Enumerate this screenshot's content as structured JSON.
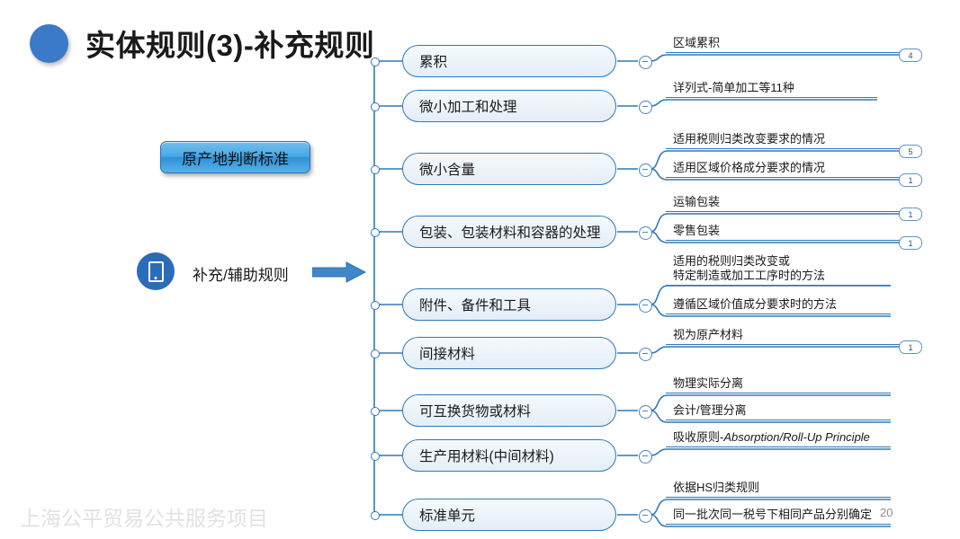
{
  "slide": {
    "title": "实体规则(3)-补充规则",
    "page_number": "20",
    "watermark": "上海公平贸易公共服务项目",
    "accent_color": "#2f79b8",
    "title_bullet_color": "#3a7ac8"
  },
  "criteria_button": {
    "label": "原产地判断标准",
    "icon": "glossy-button"
  },
  "root": {
    "label": "补充/辅助规则",
    "icon": "tablet-icon",
    "arrow_icon": "right-arrow-icon"
  },
  "branches": [
    {
      "label": "累积",
      "collapse_icon": "minus-circle-icon",
      "leaves": [
        {
          "text": "区域累积",
          "badge": "4"
        }
      ]
    },
    {
      "label": "微小加工和处理",
      "collapse_icon": "minus-circle-icon",
      "leaves": [
        {
          "text": "详列式-简单加工等11种",
          "badge": ""
        }
      ]
    },
    {
      "label": "微小含量",
      "collapse_icon": "minus-circle-icon",
      "leaves": [
        {
          "text": "适用税则归类改变要求的情况",
          "badge": "5"
        },
        {
          "text": "适用区域价格成分要求的情况",
          "badge": "1"
        }
      ]
    },
    {
      "label": "包装、包装材料和容器的处理",
      "collapse_icon": "minus-circle-icon",
      "leaves": [
        {
          "text": "运输包装",
          "badge": "1"
        },
        {
          "text": "零售包装",
          "badge": "1"
        }
      ]
    },
    {
      "label": "附件、备件和工具",
      "collapse_icon": "minus-circle-icon",
      "leaves": [
        {
          "text": "适用的税则归类改变或\n特定制造或加工工序时的方法",
          "badge": ""
        },
        {
          "text": "遵循区域价值成分要求时的方法",
          "badge": ""
        }
      ]
    },
    {
      "label": "间接材料",
      "collapse_icon": "minus-circle-icon",
      "leaves": [
        {
          "text": "视为原产材料",
          "badge": "1"
        }
      ]
    },
    {
      "label": "可互换货物或材料",
      "collapse_icon": "minus-circle-icon",
      "leaves": [
        {
          "text": "物理实际分离",
          "badge": ""
        },
        {
          "text": "会计/管理分离",
          "badge": ""
        }
      ]
    },
    {
      "label": "生产用材料(中间材料)",
      "collapse_icon": "minus-circle-icon",
      "leaves": [
        {
          "text": "吸收原则-",
          "text_italic": "Absorption/Roll-Up Principle",
          "badge": ""
        }
      ]
    },
    {
      "label": "标准单元",
      "collapse_icon": "minus-circle-icon",
      "leaves": [
        {
          "text": "依据HS归类规则",
          "badge": ""
        },
        {
          "text": "同一批次同一税号下相同产品分别确定",
          "badge": ""
        }
      ]
    }
  ]
}
